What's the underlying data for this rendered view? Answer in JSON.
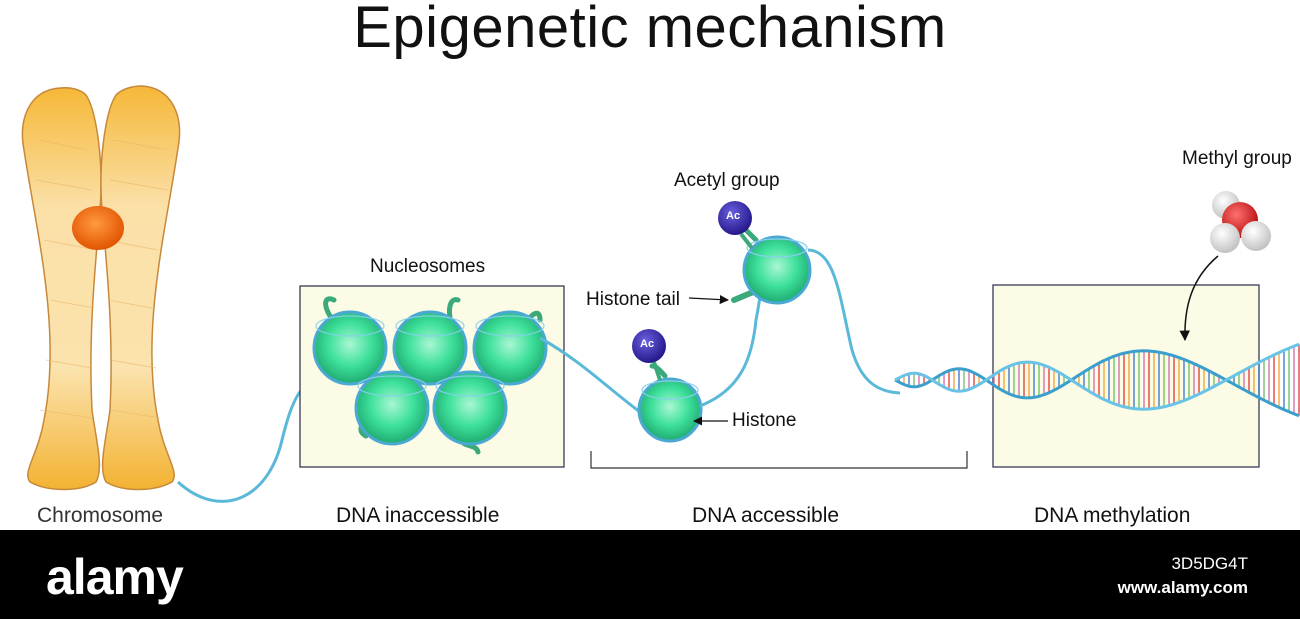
{
  "diagram": {
    "title": "Epigenetic mechanism",
    "labels": {
      "chromosome": "Chromosome",
      "nucleosomes": "Nucleosomes",
      "acetyl_group": "Acetyl group",
      "histone_tail": "Histone tail",
      "histone": "Histone",
      "methyl_group": "Methyl group",
      "dna_inaccessible": "DNA inaccessible",
      "dna_accessible": "DNA accessible",
      "dna_methylation": "DNA methylation",
      "acetyl_marker": "Ac"
    },
    "colors": {
      "chromosome_fill": "#f6c35a",
      "centromere": "#f06a10",
      "dna_strand": "#5ab8d8",
      "histone_fill": "#3de09a",
      "panel_fill": "#fbfbe6",
      "acetyl": "#3e2fb8",
      "methyl_red": "#d42020",
      "methyl_white": "#e8e8e8"
    }
  },
  "footer": {
    "brand": "alamy",
    "image_id": "3D5DG4T",
    "url": "www.alamy.com"
  }
}
